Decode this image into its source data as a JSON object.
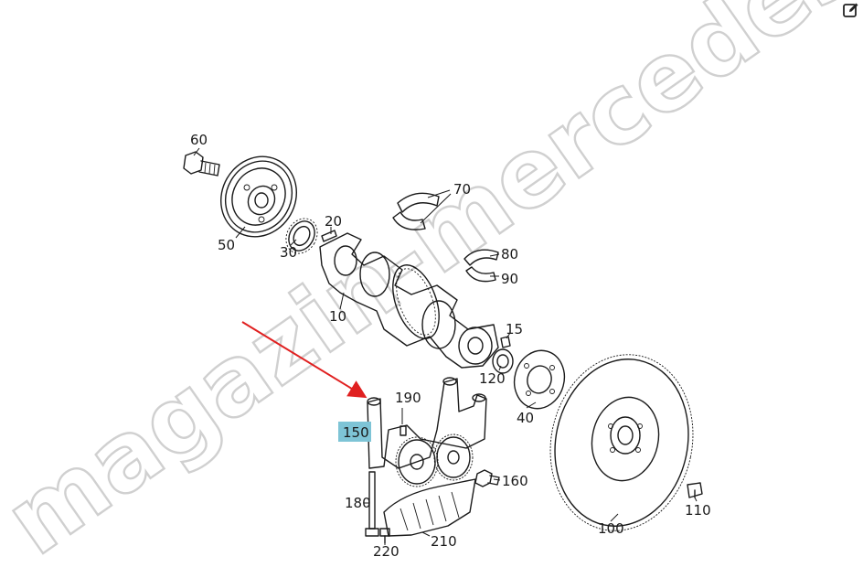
{
  "colors": {
    "background": "#ffffff",
    "line": "#1a1a1a",
    "arrow": "#e02020",
    "highlight": "#7ec4d6",
    "watermark_outline": "#d0d0d0"
  },
  "toolbar": {
    "edit_icon": "edit-icon"
  },
  "watermark": {
    "text": "magazin-mercedes.ru"
  },
  "callouts": {
    "c10": "10",
    "c15": "15",
    "c20": "20",
    "c30": "30",
    "c40": "40",
    "c50": "50",
    "c60": "60",
    "c70": "70",
    "c80": "80",
    "c90": "90",
    "c100": "100",
    "c110": "110",
    "c120": "120",
    "c150": "150",
    "c160": "160",
    "c180": "180",
    "c190": "190",
    "c210": "210",
    "c220": "220"
  },
  "highlighted_callout": "150"
}
